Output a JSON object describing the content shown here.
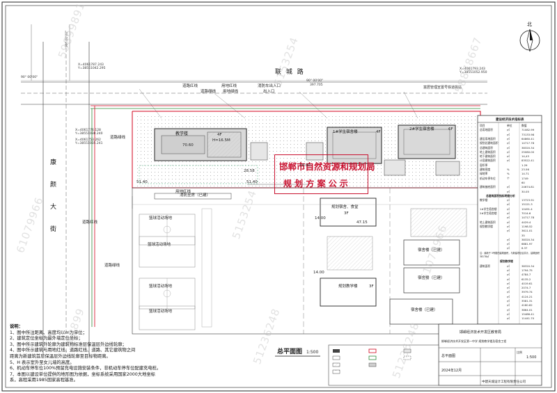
{
  "roads": {
    "north": "联 城 路",
    "west": [
      "康",
      "颜",
      "大",
      "街"
    ]
  },
  "north_arrow": "北",
  "coords": {
    "north_left": "X=4061787.243\nY=38551042.295",
    "north_right": "X=4061793.243\nY=38551052.950",
    "bearing_top": "90° 00'00\"",
    "bearing_mid": "90° 00'00\"",
    "bearing_top2": "90° 00'00\"",
    "dim_397": "397.705",
    "west_a": "X=4061776.128\nY=38551038.240",
    "west_b": "X=4061753.262\nY=38551035.241"
  },
  "labels": {
    "entrance": "消防车出入口",
    "exit": "出入口",
    "road_red_line": "道路红线",
    "road_green_line": "道路绿线",
    "land_red_line": "用地红线",
    "land_green_line": "用地绿线",
    "road_red_line2": "道路红线",
    "road_green_line2": "道路绿线",
    "green_line_s": "道路绿线",
    "land_red_line_s": "用地红线",
    "top_note": "富居管理宣置号铁道挑站",
    "teaching_building": "教学楼",
    "teaching_floors": "4F",
    "teaching_h": "H=16.5M",
    "teaching_elev": "70.60",
    "dorm_a": "1#学生宿舍楼",
    "dorm_a_f": "4F",
    "dorm_b": "2#学生宿舍楼",
    "dorm_b_f": "6F",
    "canteen_existing": "消防至房（已建）",
    "plan_dorm": "规划宿舍、食堂",
    "plan_dorm_f": "3F",
    "plan_teaching": "规划教学楼",
    "plan_teaching_f": "3F",
    "dorm_existing_1": "宿舍楼（已建）",
    "dorm_existing_2": "宿舍楼（已建）",
    "dorm_existing_3": "宿舍楼（已建）",
    "field_1": "篮球活动场地",
    "field_2": "篮球活动场地",
    "field_3": "篮球活动场地",
    "field_4": "篮球活动场地",
    "dim_1400": "14.00",
    "dim_1400b": "14.00",
    "dim_1400c": "14.00",
    "dim_4715": "47.15",
    "dim_2858": "28.58",
    "dim_5140": "51.40",
    "dim_5140b": "51.40"
  },
  "stamp": {
    "line1": "邯郸市自然资源和规划局",
    "line2": "规 划 方 案 公 示"
  },
  "plan_title": "总平面图",
  "plan_scale": "1:500",
  "notes": [
    "说明：",
    "1、图中所注距离、高度均以m为单位；",
    "2、建筑定位坐标为最外墙定位坐标；",
    "3、图中所示建筑外轮廓为建筑物标准层保温层外边线轮廓；",
    "4、图中所示建筑与用地红线、道路红线、道路、其它建筑物之间",
    "    距离为新建筑首层保温层外边线轮廓至目标物距离。",
    "5、H  表示室外至女儿墙的高度。",
    "6、机动车停车位100%预留充电设施安装条件，非机动车停车位配建充电桩。",
    "7、本图以建设单位提供的地形图为依据，坐标系统采用国家2000大地坐标",
    "    系，高程采用1985国家高程基准。"
  ],
  "table": {
    "title": "建设经济技术指标表",
    "rows": [
      [
        "项目",
        "单位",
        "数值"
      ],
      [
        "总用地面积",
        "㎡",
        "71082.99"
      ],
      [
        "",
        "㎡",
        "73133.98"
      ],
      [
        "建设用地面积",
        "㎡",
        "64860.41"
      ],
      [
        "规划总建筑面积",
        "㎡",
        "14717.78"
      ],
      [
        "总建筑面积",
        "㎡",
        "38320.34"
      ],
      [
        "地上建筑面积",
        "㎡",
        "25080.00"
      ],
      [
        "地下建筑面积",
        "㎡",
        "14,43"
      ],
      [
        "计容建筑面积",
        "㎡",
        "83522.41"
      ],
      [
        "容积率",
        "",
        "1.29"
      ],
      [
        "建筑密度",
        "%",
        "23.56"
      ],
      [
        "绿地率",
        "%",
        "14.71"
      ],
      [
        "机动车停车位",
        "个",
        "1749"
      ],
      [
        "",
        "",
        "60"
      ],
      [
        "建筑基底面积",
        "㎡",
        "24674.81"
      ],
      [
        "",
        "㎡",
        "30.05"
      ]
    ],
    "sub_title": "总建筑面积指标明细分析",
    "rows2": [
      [
        "教学楼",
        "㎡",
        "13723.91"
      ],
      [
        "",
        "㎡",
        "15121.3"
      ],
      [
        "1#学生宿舍楼",
        "㎡",
        "10491.4"
      ],
      [
        "2#学生宿舍楼",
        "㎡",
        "7014.6"
      ],
      [
        "",
        "㎡",
        "14717.78"
      ],
      [
        "地上建筑面积",
        "㎡",
        "4429.4"
      ],
      [
        "规划教学楼",
        "㎡",
        "1198.52"
      ],
      [
        "",
        "㎡",
        "3611.01"
      ],
      [
        "",
        "",
        "35"
      ],
      [
        "",
        "㎡",
        "38320.34"
      ],
      [
        "",
        "㎡",
        "6881.97"
      ],
      [
        "",
        "㎡",
        "6.37"
      ]
    ],
    "note": "注：最新于 5号楼的建筑面积，与新建项目合并计，建筑面积 38178㎡",
    "sub_title2": "规划教学楼",
    "rows3": [
      [
        "建筑面积",
        "㎡",
        "38320.34"
      ],
      [
        "",
        "㎡",
        "1794.75"
      ],
      [
        "",
        "㎡",
        "4784.7"
      ],
      [
        "",
        "㎡",
        "6135.2"
      ],
      [
        "",
        "㎡",
        "4019.61"
      ],
      [
        "",
        "㎡",
        "2074.7"
      ],
      [
        "",
        "㎡",
        "3979.74"
      ],
      [
        "",
        "㎡",
        "4124.21"
      ],
      [
        "",
        "㎡",
        "3581.31"
      ],
      [
        "",
        "㎡",
        "4180.62"
      ],
      [
        "",
        "㎡",
        "3864.01"
      ],
      [
        "",
        "㎡",
        "15486.41"
      ],
      [
        "",
        "㎡",
        "11441.70"
      ]
    ]
  },
  "titleblock": {
    "org": "邯郸经济技术开发区教育局",
    "project": "邯郸经济技术开发区第一中学 规划教学楼及宿舍工程",
    "drawing": "总平面图",
    "scale_label": "比例",
    "scale": "1:500",
    "date": "2024年12月",
    "design": "中建天城设计工程有限责任公司"
  },
  "watermarks": [
    "59899891",
    "5153254",
    "58878667",
    "61079966",
    "5153254",
    "61079966",
    "51236248",
    "60899",
    "51236248"
  ],
  "colors": {
    "stamp": "#c8102e",
    "red_line": "#d0021b",
    "green_line": "#2e8b3a",
    "building_fill": "#d9d9d9",
    "new_building": "#cfcfcf"
  }
}
